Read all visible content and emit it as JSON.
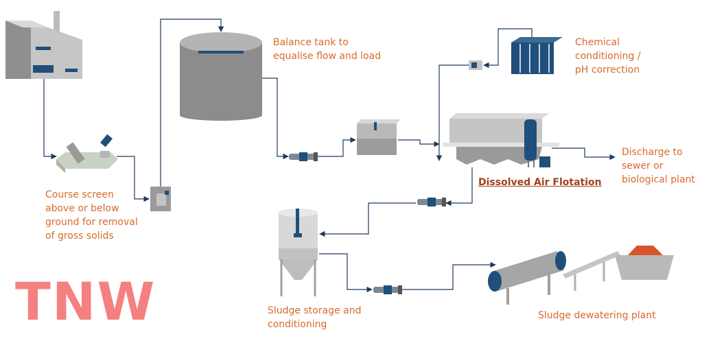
{
  "labels": {
    "balance_tank": [
      "Balance tank to",
      "equalise flow and load"
    ],
    "chemical": [
      "Chemical",
      "conditioning /",
      "pH correction"
    ],
    "discharge": [
      "Discharge to",
      "sewer or",
      "biological plant"
    ],
    "screen": [
      "Course screen",
      "above or below",
      "ground for removal",
      "of gross solids"
    ],
    "daf": "Dissolved Air Flotation",
    "sludge_storage": [
      "Sludge storage and",
      "conditioning"
    ],
    "dewatering": "Sludge dewatering plant"
  },
  "logo_text": "TNW",
  "colors": {
    "label": "#d9692b",
    "daf_label": "#a04216",
    "pipe": "#1f3a5a",
    "equipment": "#9a9a9a",
    "equipment_dark": "#7a7a7a",
    "accent": "#1f4f7a",
    "logo": "#f58080"
  }
}
